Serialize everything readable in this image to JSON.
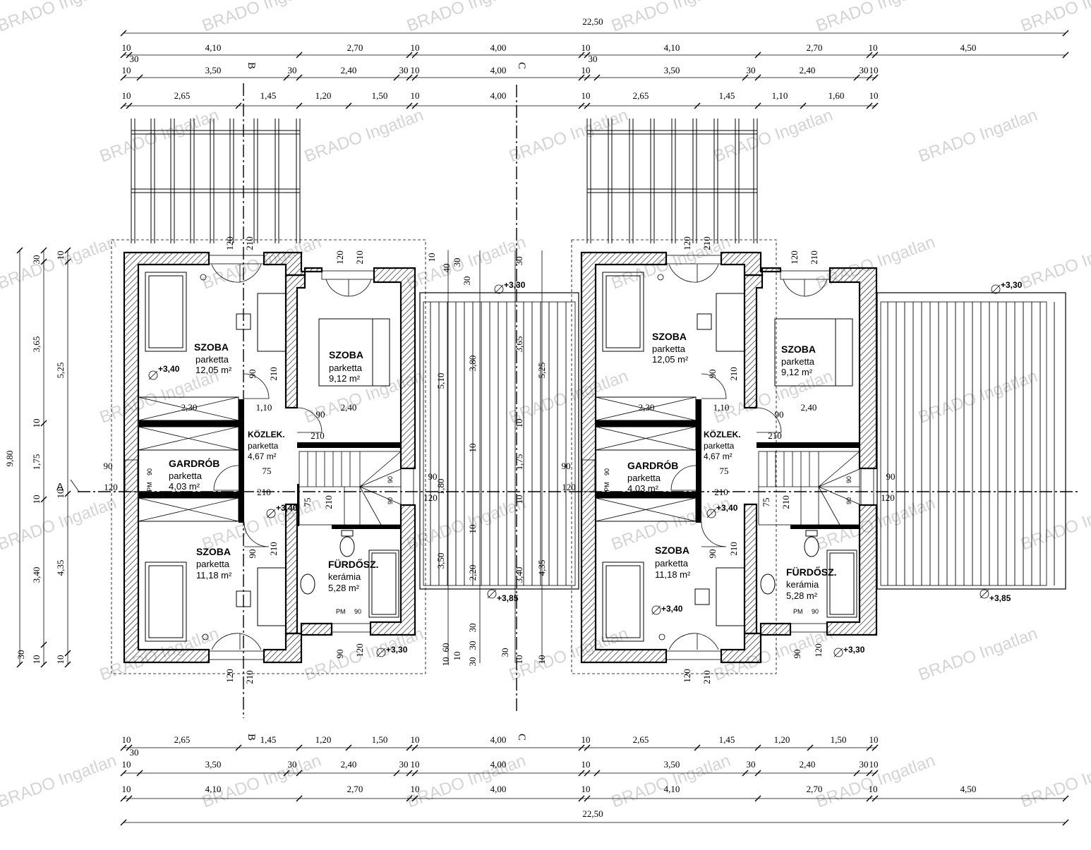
{
  "watermark": "BRADO Ingatlan",
  "axis_label": "A",
  "section_labels": [
    "B",
    "C"
  ],
  "top_dims": {
    "total": "22,50",
    "row1": [
      "10",
      "4,10",
      "2,70",
      "10",
      "4,00",
      "10",
      "4,10",
      "2,70",
      "10",
      "4,50"
    ],
    "row2": [
      "10",
      "3,50",
      "30",
      "2,40",
      "30",
      "10",
      "4,00",
      "10",
      "3,50",
      "30",
      "2,40",
      "30",
      "10"
    ],
    "row3": [
      "10",
      "2,65",
      "1,45",
      "1,20",
      "1,50",
      "10",
      "4,00",
      "10",
      "2,65",
      "1,45",
      "1,10",
      "1,60",
      "10"
    ],
    "small": [
      "30",
      "30"
    ]
  },
  "bottom_dims": {
    "total": "22,50",
    "row1": [
      "10",
      "2,65",
      "1,45",
      "1,20",
      "1,50",
      "10",
      "4,00",
      "10",
      "2,65",
      "1,45",
      "1,20",
      "1,50",
      "10"
    ],
    "row2": [
      "10",
      "3,50",
      "30",
      "2,40",
      "30",
      "10",
      "4,00",
      "10",
      "3,50",
      "30",
      "2,40",
      "30",
      "10"
    ],
    "row3": [
      "10",
      "4,10",
      "2,70",
      "10",
      "4,00",
      "10",
      "4,10",
      "2,70",
      "10",
      "4,50"
    ],
    "small": [
      "30"
    ]
  },
  "left_dims": {
    "total": "9,80",
    "col2": [
      "5,25",
      "4,35"
    ],
    "col3": [
      "3,65",
      "1,75",
      "3,40"
    ],
    "ends": [
      "30",
      "10",
      "10",
      "10",
      "10",
      "10",
      "30",
      "10"
    ]
  },
  "mid_dims": {
    "left": [
      "10",
      "40",
      "30",
      "30",
      "5,10",
      "1,80",
      "3,50",
      "60",
      "10",
      "10"
    ],
    "mid": [
      "3,80",
      "2,20",
      "30",
      "30",
      "10",
      "10",
      "30"
    ],
    "right": [
      "3,65",
      "10",
      "1,75",
      "10",
      "3,40",
      "30",
      "5,25",
      "4,35",
      "10",
      "10",
      "30"
    ]
  },
  "interior_dims": {
    "w_230": "2,30",
    "w_110": "1,10",
    "w_240": "2,40",
    "d_90": "90",
    "d_120": "120",
    "d_210": "210",
    "d_75": "75",
    "pm": "PM"
  },
  "levels": {
    "l330": "+3,30",
    "l340": "+3,40",
    "l385": "+3,85"
  },
  "units": [
    {
      "rooms": {
        "szoba1": {
          "name": "SZOBA",
          "floor": "parketta",
          "area": "12,05 m²"
        },
        "szoba2": {
          "name": "SZOBA",
          "floor": "parketta",
          "area": "9,12 m²"
        },
        "kozlek": {
          "name": "KÖZLEK.",
          "floor": "parketta",
          "area": "4,67 m²"
        },
        "gardrob": {
          "name": "GARDRÓB",
          "floor": "parketta",
          "area": "4,03 m²"
        },
        "szoba3": {
          "name": "SZOBA",
          "floor": "parketta",
          "area": "11,18 m²"
        },
        "furdo": {
          "name": "FÜRDŐSZ.",
          "floor": "kerámia",
          "area": "5,28 m²"
        }
      }
    },
    {
      "rooms": {
        "szoba1": {
          "name": "SZOBA",
          "floor": "parketta",
          "area": "12,05 m²"
        },
        "szoba2": {
          "name": "SZOBA",
          "floor": "parketta",
          "area": "9,12 m²"
        },
        "kozlek": {
          "name": "KÖZLEK.",
          "floor": "parketta",
          "area": "4,67 m²"
        },
        "gardrob": {
          "name": "GARDRÓB",
          "floor": "parketta",
          "area": "4,03 m²"
        },
        "szoba3": {
          "name": "SZOBA",
          "floor": "parketta",
          "area": "11,18 m²"
        },
        "furdo": {
          "name": "FÜRDŐSZ.",
          "floor": "kerámia",
          "area": "5,28 m²"
        }
      }
    }
  ]
}
